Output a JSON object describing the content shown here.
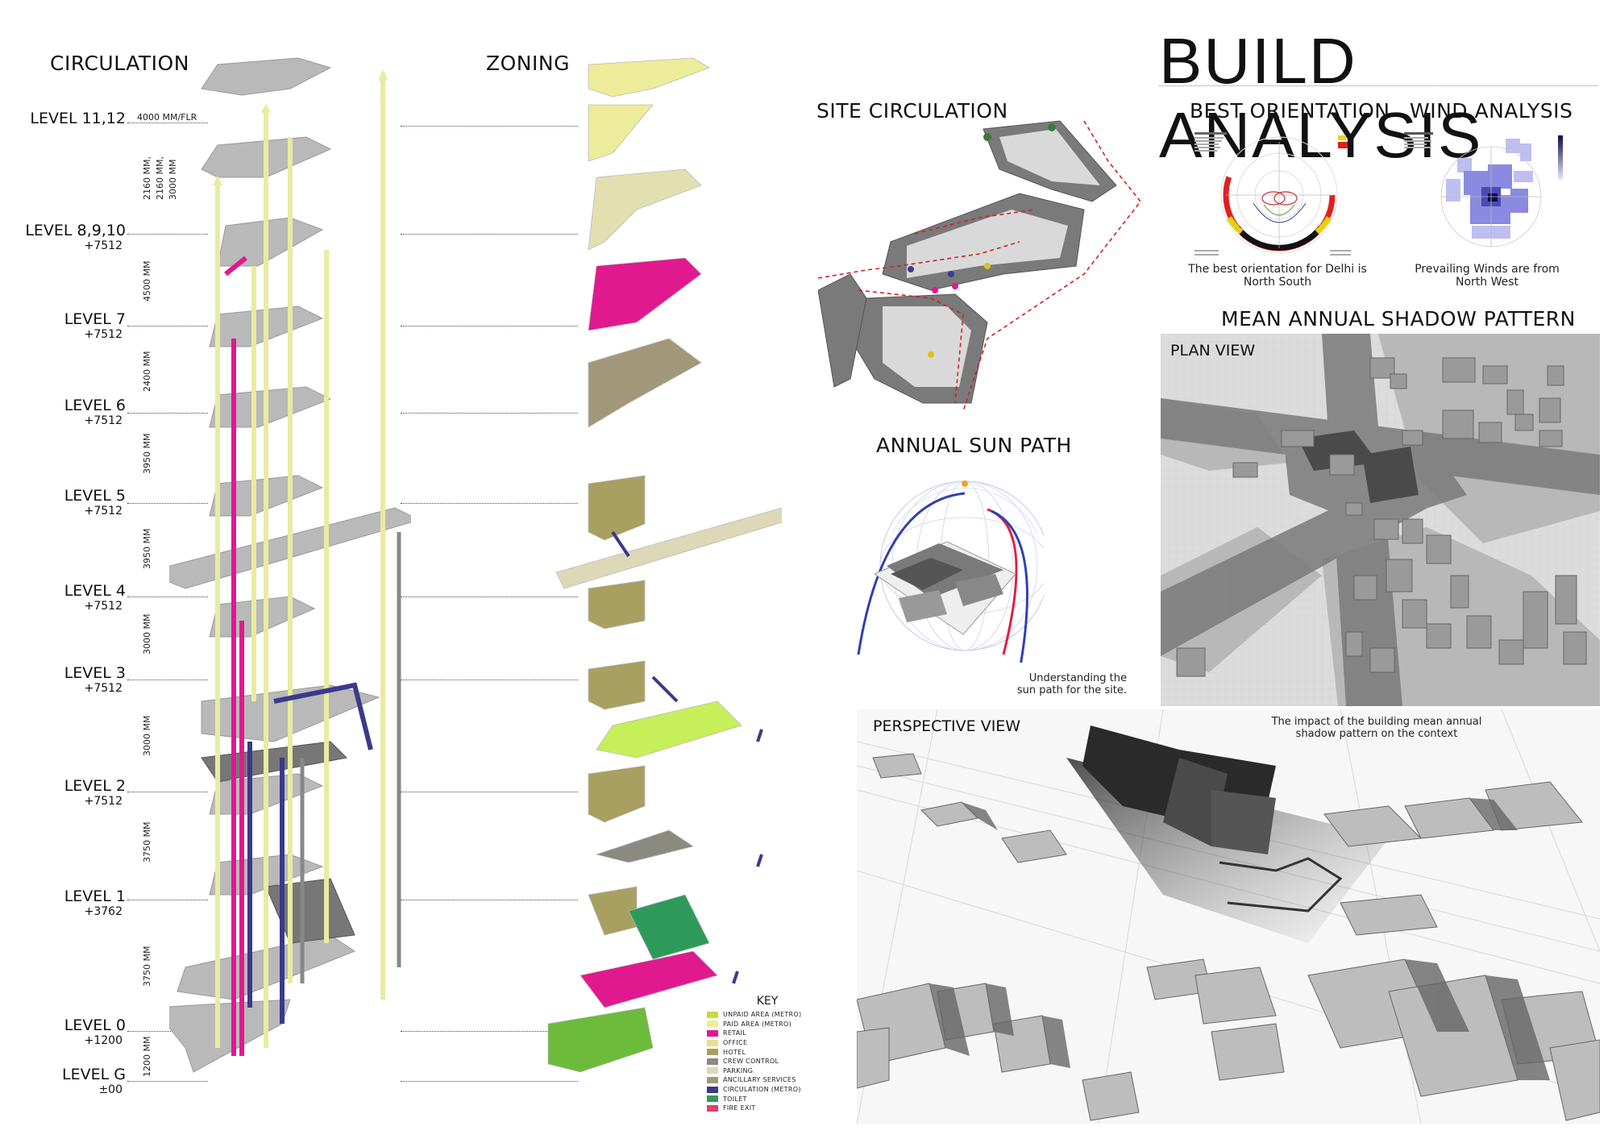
{
  "title": "BUILD ANALYSIS",
  "circulation": {
    "heading": "CIRCULATION",
    "levels": [
      {
        "name": "LEVEL 11,12",
        "elev": ""
      },
      {
        "name": "LEVEL 8,9,10",
        "elev": "+7512"
      },
      {
        "name": "LEVEL 7",
        "elev": "+7512"
      },
      {
        "name": "LEVEL 6",
        "elev": "+7512"
      },
      {
        "name": "LEVEL 5",
        "elev": "+7512"
      },
      {
        "name": "LEVEL 4",
        "elev": "+7512"
      },
      {
        "name": "LEVEL 3",
        "elev": "+7512"
      },
      {
        "name": "LEVEL 2",
        "elev": "+7512"
      },
      {
        "name": "LEVEL 1",
        "elev": "+3762"
      },
      {
        "name": "LEVEL 0",
        "elev": "+1200"
      },
      {
        "name": "LEVEL G",
        "elev": "±00"
      }
    ],
    "dimensions": [
      "4000 MM/FLR",
      "2160 MM,",
      "2160 MM,",
      "3000 MM",
      "4500 MM",
      "2400 MM",
      "3950 MM",
      "3950 MM",
      "3000 MM",
      "3000 MM",
      "3750 MM",
      "3750 MM",
      "1200 MM"
    ]
  },
  "zoning": {
    "heading": "ZONING",
    "key_title": "KEY",
    "key": [
      {
        "label": "UNPAID AREA (METRO)",
        "color": "#c6dc3a"
      },
      {
        "label": "PAID AREA (METRO)",
        "color": "#ecec9a"
      },
      {
        "label": "RETAIL",
        "color": "#e0198f"
      },
      {
        "label": "OFFICE",
        "color": "#e8e08a"
      },
      {
        "label": "HOTEL",
        "color": "#a8a060"
      },
      {
        "label": "CREW CONTROL",
        "color": "#8a8a80"
      },
      {
        "label": "PARKING",
        "color": "#ddd8b8"
      },
      {
        "label": "ANCILLARY SERVICES",
        "color": "#a09878"
      },
      {
        "label": "CIRCULATION (METRO)",
        "color": "#3a3a8a"
      },
      {
        "label": "TOILET",
        "color": "#2e9a5a"
      },
      {
        "label": "FIRE EXIT",
        "color": "#e0406a"
      }
    ]
  },
  "site_circulation": {
    "heading": "SITE CIRCULATION"
  },
  "best_orientation": {
    "heading": "BEST ORIENTATION",
    "caption_line1": "The best orientation for Delhi is",
    "caption_line2": "North South"
  },
  "wind_analysis": {
    "heading": "WIND ANALYSIS",
    "caption_line1": "Prevailing Winds are from",
    "caption_line2": "North West"
  },
  "annual_sun_path": {
    "heading": "ANNUAL SUN PATH",
    "caption_line1": "Understanding the",
    "caption_line2": "sun path for the site."
  },
  "shadow_pattern": {
    "heading": "MEAN ANNUAL SHADOW PATTERN",
    "plan_label": "PLAN VIEW"
  },
  "perspective": {
    "label": "PERSPECTIVE VIEW",
    "caption_line1": "The impact of the building mean annual",
    "caption_line2": "shadow pattern on the context"
  },
  "colors": {
    "circulation_yellow": "#eef0a0",
    "retail_pink": "#e0198f",
    "metro_blue": "#3a3a8a",
    "slab_gray": "#b8b8b8"
  }
}
